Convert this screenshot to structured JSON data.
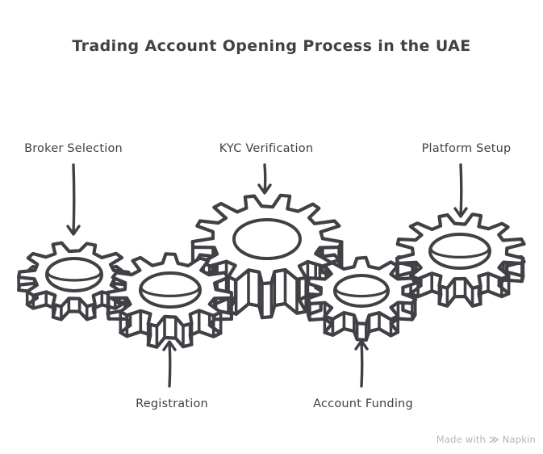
{
  "title": "Trading Account Opening Process in the UAE",
  "steps": [
    {
      "id": "broker-selection",
      "label": "Broker Selection",
      "arrow": "down"
    },
    {
      "id": "kyc-verification",
      "label": "KYC Verification",
      "arrow": "down"
    },
    {
      "id": "platform-setup",
      "label": "Platform Setup",
      "arrow": "down"
    },
    {
      "id": "registration",
      "label": "Registration",
      "arrow": "up"
    },
    {
      "id": "account-funding",
      "label": "Account Funding",
      "arrow": "up"
    }
  ],
  "watermark": {
    "text": "Made with",
    "brand": "Napkin",
    "logo_glyph": "≫"
  },
  "colors": {
    "ink": "#3f4145",
    "watermark": "#b5b5b5",
    "background": "#ffffff"
  }
}
